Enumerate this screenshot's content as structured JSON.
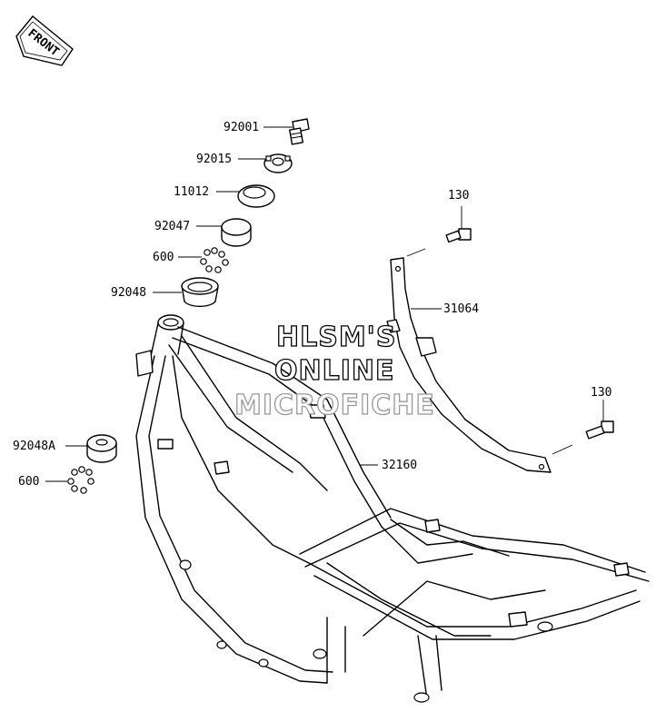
{
  "front_badge": "FRONT",
  "watermark": {
    "line1": "HLSM'S",
    "line2": "ONLINE",
    "line3": "MICROFICHE"
  },
  "parts": {
    "p92001": "92001",
    "p92015": "92015",
    "p11012": "11012",
    "p92047": "92047",
    "p600a": "600",
    "p92048": "92048",
    "p130a": "130",
    "p31064": "31064",
    "p130b": "130",
    "p32160": "32160",
    "p92048A": "92048A",
    "p600b": "600"
  }
}
